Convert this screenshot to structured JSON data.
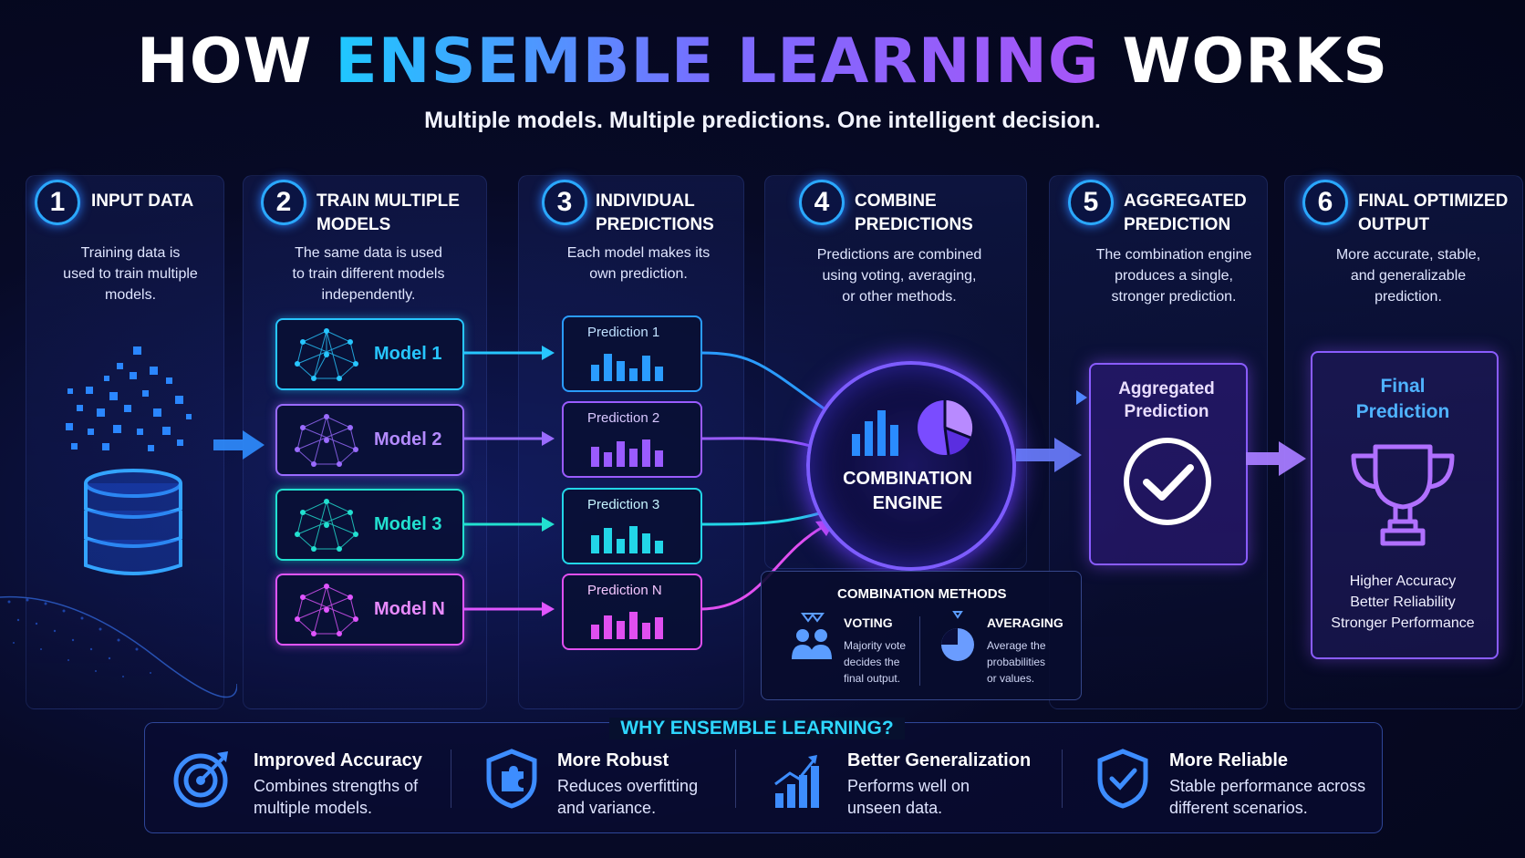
{
  "title": {
    "part1": "HOW ",
    "part2": "ENSEMBLE LEARNING",
    "part3": " WORKS"
  },
  "subtitle": "Multiple models. Multiple predictions. One intelligent decision.",
  "steps": [
    {
      "num": "1",
      "title": "INPUT DATA",
      "desc": [
        "Training data is",
        "used to train multiple",
        "models."
      ]
    },
    {
      "num": "2",
      "title": [
        "TRAIN MULTIPLE",
        "MODELS"
      ],
      "desc": [
        "The same data is used",
        "to train different models",
        "independently."
      ]
    },
    {
      "num": "3",
      "title": [
        "INDIVIDUAL",
        "PREDICTIONS"
      ],
      "desc": [
        "Each model makes its",
        "own prediction."
      ]
    },
    {
      "num": "4",
      "title": [
        "COMBINE",
        "PREDICTIONS"
      ],
      "desc": [
        "Predictions are combined",
        "using voting, averaging,",
        "or other methods."
      ]
    },
    {
      "num": "5",
      "title": [
        "AGGREGATED",
        "PREDICTION"
      ],
      "desc": [
        "The combination engine",
        "produces a single,",
        "stronger prediction."
      ]
    },
    {
      "num": "6",
      "title": [
        "FINAL OPTIMIZED",
        "OUTPUT"
      ],
      "desc": [
        "More accurate, stable,",
        "and generalizable",
        "prediction."
      ]
    }
  ],
  "models": [
    {
      "label": "Model 1",
      "color": "#27c6ff"
    },
    {
      "label": "Model 2",
      "color": "#9a6bff"
    },
    {
      "label": "Model 3",
      "color": "#22e0d0"
    },
    {
      "label": "Model N",
      "color": "#e055ff"
    }
  ],
  "predictions": [
    {
      "label": "Prediction 1",
      "color": "#2a9cff"
    },
    {
      "label": "Prediction 2",
      "color": "#9a5bff"
    },
    {
      "label": "Prediction 3",
      "color": "#22d6e8"
    },
    {
      "label": "Prediction N",
      "color": "#e04ff0"
    }
  ],
  "engine": {
    "line1": "COMBINATION",
    "line2": "ENGINE"
  },
  "methods": {
    "title": "COMBINATION METHODS",
    "voting": {
      "title": "VOTING",
      "desc": [
        "Majority vote",
        "decides the",
        "final output."
      ]
    },
    "averaging": {
      "title": "AVERAGING",
      "desc": [
        "Average the",
        "probabilities",
        "or values."
      ]
    }
  },
  "aggregated": {
    "line1": "Aggregated",
    "line2": "Prediction"
  },
  "final": {
    "line1": "Final",
    "line2": "Prediction",
    "benefits": [
      "Higher Accuracy",
      "Better Reliability",
      "Stronger Performance"
    ]
  },
  "why": {
    "title": "WHY ENSEMBLE LEARNING?",
    "items": [
      {
        "title": "Improved Accuracy",
        "desc": [
          "Combines strengths of",
          "multiple models."
        ],
        "icon": "target-icon"
      },
      {
        "title": "More Robust",
        "desc": [
          "Reduces overfitting",
          "and variance."
        ],
        "icon": "shield-puzzle-icon"
      },
      {
        "title": "Better Generalization",
        "desc": [
          "Performs well on",
          "unseen data."
        ],
        "icon": "growth-chart-icon"
      },
      {
        "title": "More Reliable",
        "desc": [
          "Stable performance across",
          "different scenarios."
        ],
        "icon": "shield-check-icon"
      }
    ]
  }
}
